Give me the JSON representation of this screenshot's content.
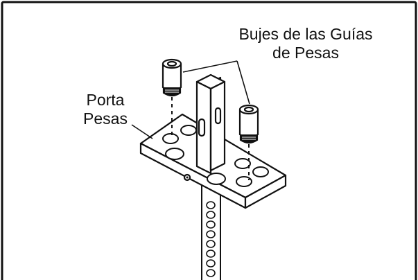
{
  "labels": {
    "bushings": {
      "line1": "Bujes de las Guías",
      "line2": "de Pesas"
    },
    "carrier": {
      "line1": "Porta",
      "line2": "Pesas"
    }
  }
}
